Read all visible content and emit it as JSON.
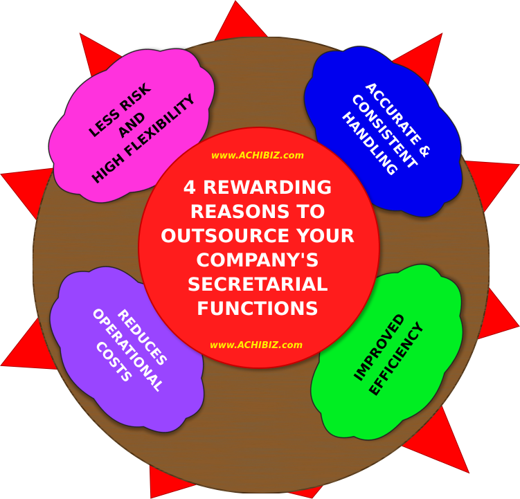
{
  "center": {
    "lines": [
      "4 REWARDING",
      "REASONS TO",
      "OUTSOURCE YOUR",
      "COMPANY'S",
      "SECRETARIAL",
      "FUNCTIONS"
    ],
    "website_top": "www.ACHIBIZ.com",
    "website_bottom": "www.ACHIBIZ.com"
  },
  "clouds": [
    {
      "name": "cloud-less-risk",
      "lines": [
        "LESS RISK",
        "AND",
        "HIGH FLEXIBILITY"
      ],
      "fill": "#ff33dd",
      "text_color": "#000000"
    },
    {
      "name": "cloud-accurate",
      "lines": [
        "ACCURATE &",
        "CONSISTENT",
        "HANDLING"
      ],
      "fill": "#0000ee",
      "text_color": "#ffffff"
    },
    {
      "name": "cloud-reduces-costs",
      "lines": [
        "REDUCES",
        "OPERATIONAL",
        "COSTS"
      ],
      "fill": "#9944ff",
      "text_color": "#ffffff"
    },
    {
      "name": "cloud-efficiency",
      "lines": [
        "IMPROVED",
        "EFFICIENCY"
      ],
      "fill": "#00ee22",
      "text_color": "#000000"
    }
  ],
  "colors": {
    "spikes": "#ff0000",
    "wood": "#8a5a2c",
    "center_circle": "#ff1a1a",
    "center_text": "#ffffff",
    "website_text": "#ffee00"
  }
}
